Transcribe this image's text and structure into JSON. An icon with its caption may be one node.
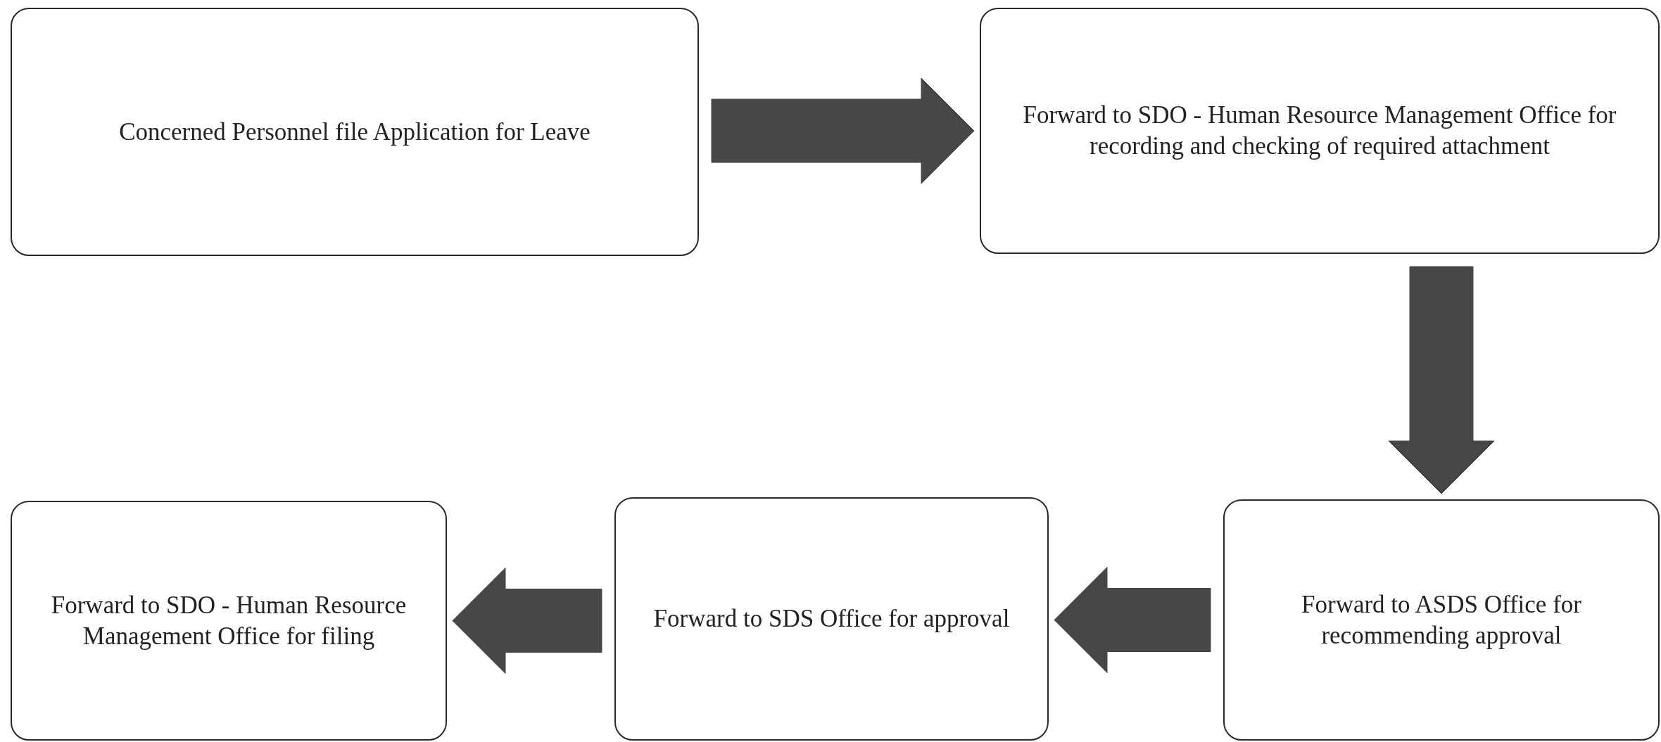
{
  "diagram": {
    "nodes": [
      {
        "text": [
          "Concerned Personnel file Application for Leave"
        ]
      },
      {
        "text": [
          "Forward to SDO - Human Resource Management Office for recording and checking of required attachment"
        ]
      },
      {
        "text": [
          "Forward to ASDS Office for recommending approval"
        ]
      },
      {
        "text": [
          "Forward to SDS Office for approval"
        ]
      },
      {
        "text": [
          "Forward to SDO - Human Resource Management Office for filing"
        ]
      }
    ],
    "edges": [
      {
        "from": 0,
        "to": 1,
        "arrow": "to"
      },
      {
        "from": 1,
        "to": 2,
        "arrow": "to"
      },
      {
        "from": 2,
        "to": 3,
        "arrow": "to"
      },
      {
        "from": 3,
        "to": 4,
        "arrow": "to"
      }
    ]
  }
}
